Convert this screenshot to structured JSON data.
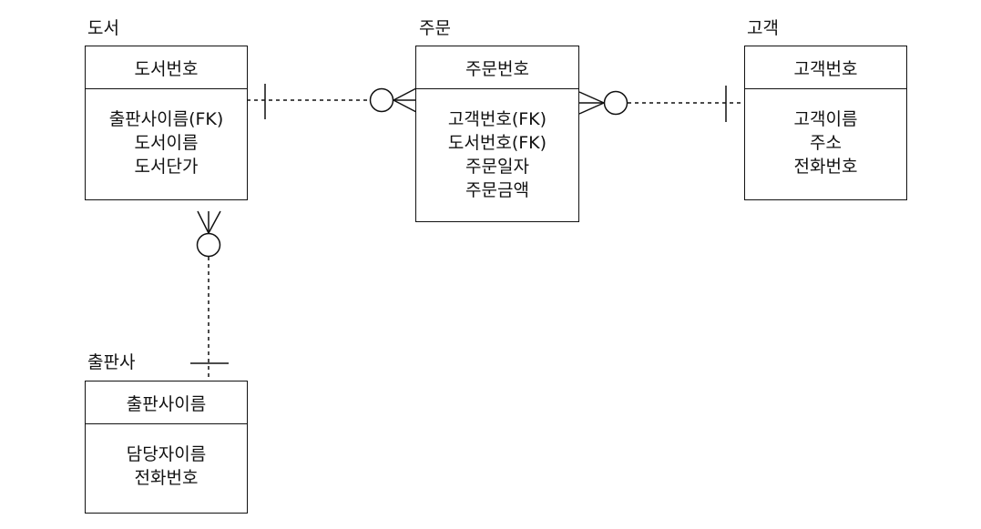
{
  "entities": {
    "book": {
      "name": "도서",
      "pk": "도서번호",
      "attributes": [
        "출판사이름(FK)",
        "도서이름",
        "도서단가"
      ]
    },
    "order": {
      "name": "주문",
      "pk": "주문번호",
      "attributes": [
        "고객번호(FK)",
        "도서번호(FK)",
        "주문일자",
        "주문금액"
      ]
    },
    "customer": {
      "name": "고객",
      "pk": "고객번호",
      "attributes": [
        "고객이름",
        "주소",
        "전화번호"
      ]
    },
    "publisher": {
      "name": "출판사",
      "pk": "출판사이름",
      "attributes": [
        "담당자이름",
        "전화번호"
      ]
    }
  }
}
